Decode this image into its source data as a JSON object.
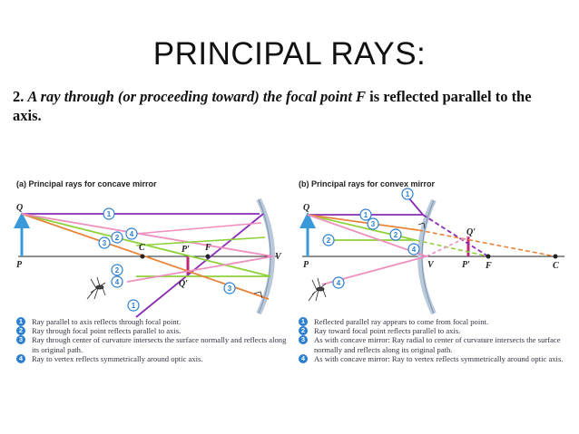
{
  "title": "PRINCIPAL RAYS:",
  "rule": {
    "number": "2.",
    "text_italic": "A ray through (or proceeding toward) the focal point F",
    "text_rest": " is reflected parallel to the axis."
  },
  "panels": {
    "a": {
      "caption": "(a) Principal rays for concave mirror",
      "labels": {
        "Q": "Q",
        "P": "P",
        "C": "C",
        "Pp": "P′",
        "F": "F",
        "V": "V",
        "Qp": "Q′"
      },
      "legend": [
        {
          "n": "1",
          "text": "Ray parallel to axis reflects through focal point."
        },
        {
          "n": "2",
          "text": "Ray through focal point reflects parallel to axis."
        },
        {
          "n": "3",
          "text": "Ray through center of curvature intersects the surface normally and reflects along its original path."
        },
        {
          "n": "4",
          "text": "Ray to vertex reflects symmetrically around optic axis."
        }
      ]
    },
    "b": {
      "caption": "(b) Principal rays for convex mirror",
      "labels": {
        "Q": "Q",
        "P": "P",
        "V": "V",
        "Pp": "P′",
        "F": "F",
        "C": "C",
        "Qp": "Q′"
      },
      "legend": [
        {
          "n": "1",
          "text": "Reflected parallel ray appears to come from focal point."
        },
        {
          "n": "2",
          "text": "Ray toward focal point reflects parallel to axis."
        },
        {
          "n": "3",
          "text": "As with concave mirror: Ray radial to center of curvature intersects the surface normally and reflects along its original path."
        },
        {
          "n": "4",
          "text": "As with concave mirror: Ray to vertex reflects symmetrically around optic axis."
        }
      ]
    }
  },
  "ray_numbers": {
    "one": "1",
    "two": "2",
    "three": "3",
    "four": "4"
  },
  "colors": {
    "ray1": "#8a2bb5",
    "ray2": "#8fd13a",
    "ray3": "#e8843a",
    "ray4": "#ee8fbf",
    "object": "#3a9ad9",
    "badge": "#2b7fd0",
    "mirror": "#b9c8da"
  }
}
